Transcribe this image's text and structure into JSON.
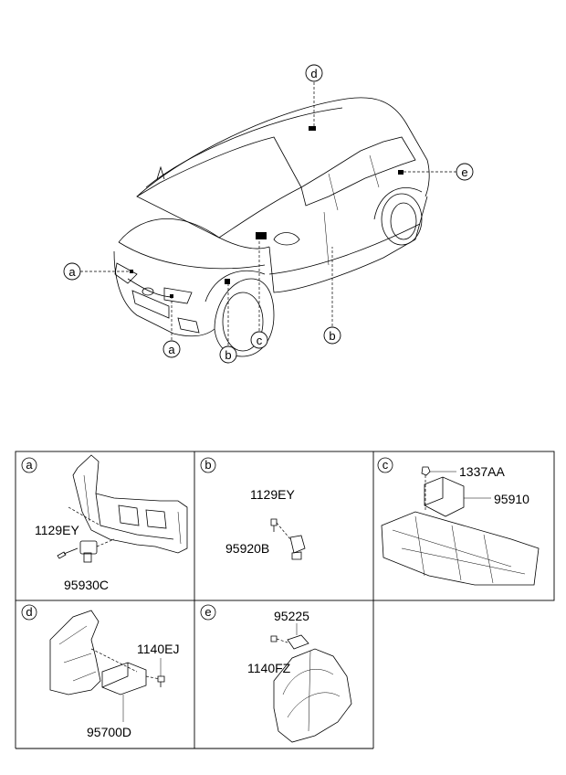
{
  "callouts": {
    "a": "a",
    "b": "b",
    "c": "c",
    "d": "d",
    "e": "e"
  },
  "panels": {
    "a": {
      "letter": "a",
      "parts": [
        "1129EY",
        "95930C"
      ]
    },
    "b": {
      "letter": "b",
      "parts": [
        "1129EY",
        "95920B"
      ]
    },
    "c": {
      "letter": "c",
      "parts": [
        "1337AA",
        "95910"
      ]
    },
    "d": {
      "letter": "d",
      "parts": [
        "1140EJ",
        "95700D"
      ]
    },
    "e": {
      "letter": "e",
      "parts": [
        "95225",
        "1140FZ"
      ]
    }
  }
}
